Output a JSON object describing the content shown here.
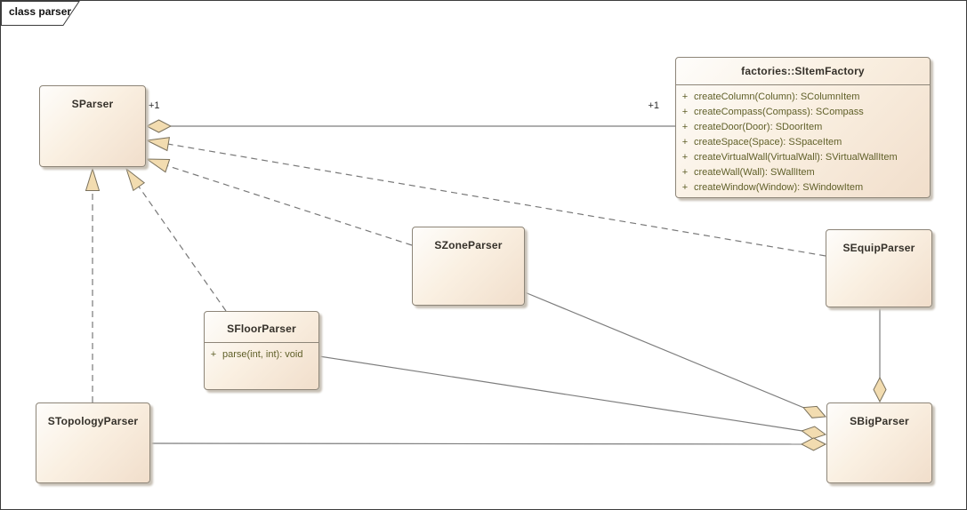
{
  "frame": {
    "label": "class parser",
    "type": "class-diagram-frame"
  },
  "colors": {
    "box_fill_start": "#fefdfb",
    "box_fill_end": "#f1decb",
    "box_border": "#8d8578",
    "arrowhead_fill": "#f2dcb0",
    "arrowhead_stroke": "#7a715c",
    "line": "#7d7d7d",
    "title_text": "#35312a",
    "method_text": "#5f5f28"
  },
  "classes": [
    {
      "name": "SParser",
      "methods": []
    },
    {
      "name": "factories::SItemFactory",
      "methods": [
        {
          "vis": "+",
          "sig": "createColumn(Column): SColumnItem"
        },
        {
          "vis": "+",
          "sig": "createCompass(Compass): SCompass"
        },
        {
          "vis": "+",
          "sig": "createDoor(Door): SDoorItem"
        },
        {
          "vis": "+",
          "sig": "createSpace(Space): SSpaceItem"
        },
        {
          "vis": "+",
          "sig": "createVirtualWall(VirtualWall): SVirtualWallItem"
        },
        {
          "vis": "+",
          "sig": "createWall(Wall): SWallItem"
        },
        {
          "vis": "+",
          "sig": "createWindow(Window): SWindowItem"
        }
      ]
    },
    {
      "name": "SZoneParser",
      "methods": []
    },
    {
      "name": "SEquipParser",
      "methods": []
    },
    {
      "name": "SFloorParser",
      "methods": [
        {
          "vis": "+",
          "sig": "parse(int, int): void"
        }
      ]
    },
    {
      "name": "STopologyParser",
      "methods": []
    },
    {
      "name": "SBigParser",
      "methods": []
    }
  ],
  "relationships": [
    {
      "from": "SParser",
      "to": "factories::SItemFactory",
      "type": "aggregation",
      "source_multiplicity": "+1",
      "target_multiplicity": "+1"
    },
    {
      "from": "SZoneParser",
      "to": "SParser",
      "type": "realization"
    },
    {
      "from": "SEquipParser",
      "to": "SParser",
      "type": "realization"
    },
    {
      "from": "SFloorParser",
      "to": "SParser",
      "type": "realization"
    },
    {
      "from": "STopologyParser",
      "to": "SParser",
      "type": "realization"
    },
    {
      "from": "SBigParser",
      "to": "SZoneParser",
      "type": "aggregation"
    },
    {
      "from": "SBigParser",
      "to": "SFloorParser",
      "type": "aggregation"
    },
    {
      "from": "SBigParser",
      "to": "STopologyParser",
      "type": "aggregation"
    },
    {
      "from": "SBigParser",
      "to": "SEquipParser",
      "type": "aggregation"
    }
  ],
  "labels": {
    "mult_source": "+1",
    "mult_target": "+1"
  }
}
